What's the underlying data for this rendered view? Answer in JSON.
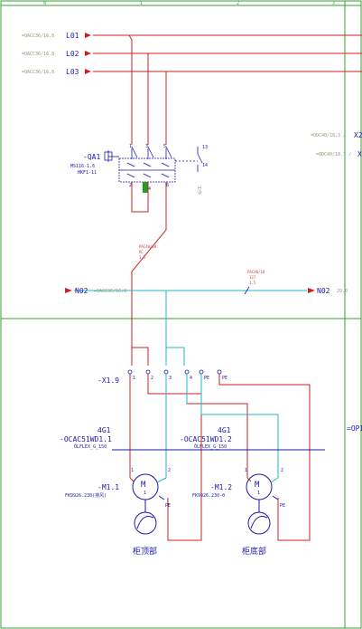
{
  "header": {
    "col_a": "0",
    "col_b": "1",
    "col_c": "2",
    "col_d": "3"
  },
  "supply": [
    {
      "ref": "=OACC36/16.8",
      "name": "L01"
    },
    {
      "ref": "=OACC36/16.8",
      "name": "L02"
    },
    {
      "ref": "=OACC36/16.8",
      "name": "L03"
    }
  ],
  "right_refs": {
    "ref1": "=ODC40/18.3 /",
    "tag1": "X2",
    "ref2": "=ODC40/18.3 /",
    "tag2": "X"
  },
  "breaker": {
    "tag": "-QA1",
    "model": "MS116-1.6",
    "accessory": "HKF1-11",
    "terminals_top": [
      "1",
      "3",
      "5"
    ],
    "terminals_bottom": [
      "2",
      "4",
      "6"
    ],
    "aux_top": "13",
    "aux_bottom": "14",
    "aux_note": "工作"
  },
  "neutral": {
    "name_left": "N02",
    "ref_left": "=OACC36/16.8",
    "name_right": "N02",
    "ref_right": "29.0",
    "note_right_1": "PAC40/18",
    "note_right_2": "127",
    "note_right_3": "1.5"
  },
  "wire_notes": {
    "left_1": "PAC40/18",
    "left_2": "RC",
    "left_3": "1.5"
  },
  "terminal_strip": {
    "tag": "-X1.9",
    "terminals": [
      "1",
      "2",
      "3",
      "4",
      "PE",
      "PE"
    ]
  },
  "cables": [
    {
      "group": "4G1",
      "tag": "-OCAC51WD1.1",
      "type": "ÖLFLEX_G_150"
    },
    {
      "group": "4G1",
      "tag": "-OCAC51WD1.2",
      "type": "ÖLFLEX_G_150"
    }
  ],
  "right_tag": "=OPI",
  "motors": [
    {
      "tag": "-M1.1",
      "model": "FK9926.230(排风)",
      "symbol": "M",
      "phase": "1",
      "pins": [
        "1",
        "2"
      ],
      "pe": "PE",
      "caption": "柜顶部"
    },
    {
      "tag": "-M1.2",
      "model": "FK9926.230-0",
      "symbol": "M",
      "phase": "1",
      "pins": [
        "1",
        "2"
      ],
      "pe": "PE",
      "caption": "柜底部"
    }
  ],
  "colors": {
    "phase": "#cc2020",
    "neutral": "#20b8c0",
    "frame": "#30a030",
    "label": "#1a1ab0",
    "accent": "#20a020"
  }
}
